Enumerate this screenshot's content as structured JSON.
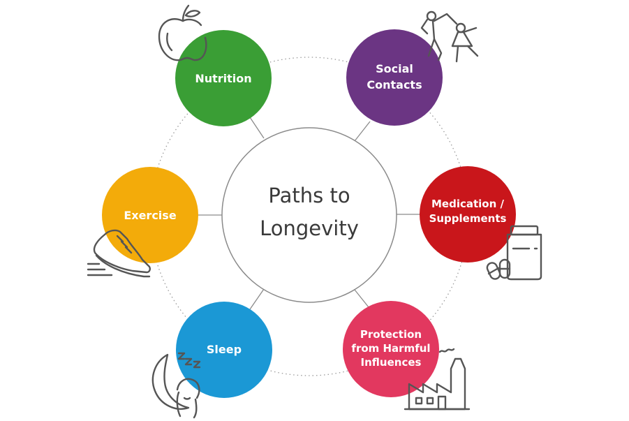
{
  "center": {
    "line1": "Paths to",
    "line2": "Longevity"
  },
  "nodes": [
    {
      "id": "nutrition",
      "line1": "Nutrition",
      "line2": "",
      "color": "#3a9e35",
      "icon": "apple-icon"
    },
    {
      "id": "social",
      "line1": "Social",
      "line2": "Contacts",
      "color": "#6b3583",
      "icon": "people-icon"
    },
    {
      "id": "medication",
      "line1": "Medication /",
      "line2": "Supplements",
      "color": "#c9161b",
      "icon": "pill-bottle-icon"
    },
    {
      "id": "protection",
      "line1": "Protection",
      "line2": "from Harmful",
      "line3": "Influences",
      "color": "#e2385f",
      "icon": "factory-icon"
    },
    {
      "id": "sleep",
      "line1": "Sleep",
      "line2": "",
      "color": "#1b98d5",
      "icon": "moon-icon"
    },
    {
      "id": "exercise",
      "line1": "Exercise",
      "line2": "",
      "color": "#f3ab0a",
      "icon": "sneaker-icon"
    }
  ],
  "colors": {
    "ring": "#9a9a9a",
    "center_stroke": "#8a8a8a",
    "connector": "#8a8a8a"
  }
}
